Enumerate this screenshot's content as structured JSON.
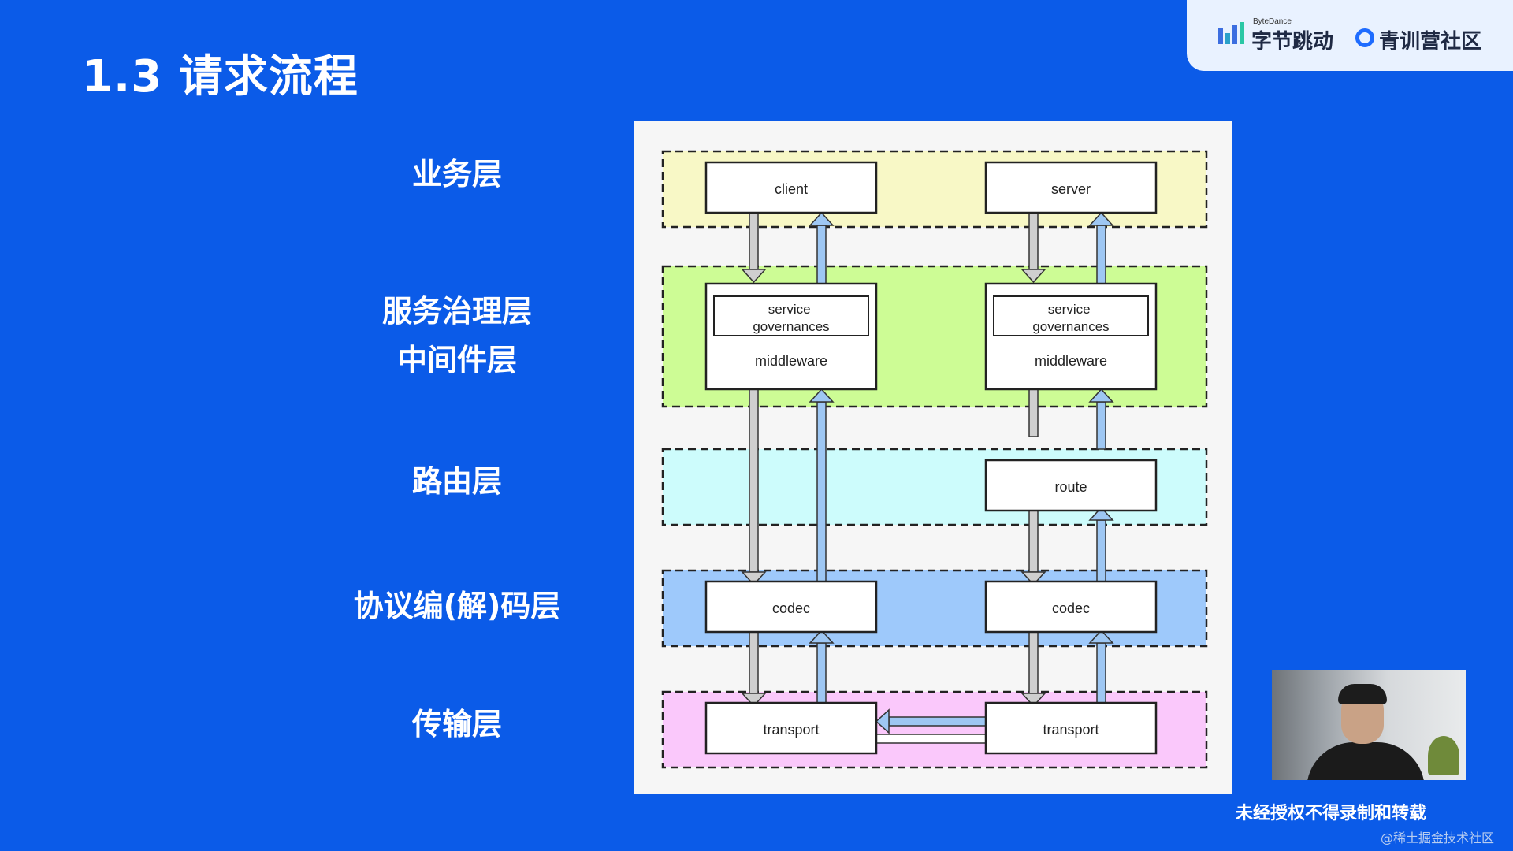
{
  "slide": {
    "title": "1.3 请求流程",
    "brand_tiny": "ByteDance",
    "brand_name": "字节跳动",
    "brand_community": "青训营社区",
    "notice": "未经授权不得录制和转载",
    "watermark": "@稀土掘金技术社区"
  },
  "layers": {
    "business": "业务层",
    "governance_1": "服务治理层",
    "governance_2": "中间件层",
    "routing": "路由层",
    "codec": "协议编(解)码层",
    "transport": "传输层"
  },
  "diagram": {
    "client": "client",
    "server": "server",
    "service_governances": "service governances",
    "middleware": "middleware",
    "route": "route",
    "codec": "codec",
    "transport": "transport",
    "colors": {
      "business": "#f8f8c6",
      "governance": "#cdfc95",
      "routing": "#cdfcfc",
      "codec": "#9ec9fb",
      "transport": "#fac8fb",
      "down_arrow": "#cfcfcf",
      "up_arrow": "#9ec7f3"
    }
  }
}
